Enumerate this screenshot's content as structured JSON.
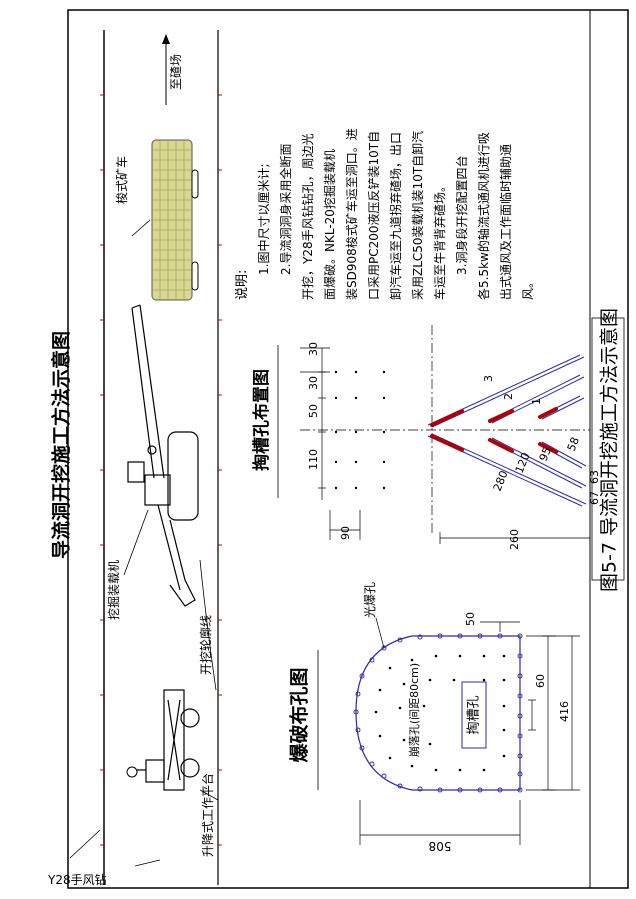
{
  "sheet_title": "导流洞开挖施工方法示意图",
  "figure_label": "图5-7  导流洞开挖施工方法示意图",
  "notes": {
    "heading": "说明:",
    "lines": [
      "1.图中尺寸以厘米计;",
      "2.导流洞洞身采用全断面",
      "开挖，Y28手风钻钻孔，周边光",
      "面爆破。NKL-20挖掘装载机",
      "装SD908梭式矿车运至洞口。进",
      "口采用PC200液压反铲装10T自",
      "卸汽车运至九道拐弃碴场，出口",
      "采用ZLC50装载机装10T自卸汽",
      "车运至牛背背弃碴场。",
      "3.洞身段开挖配置四台",
      "各5.5kw的轴流式通风机进行吸",
      "出式通风及工作面临时辅助通",
      "风。"
    ]
  },
  "tunnel_view": {
    "to_dump_label": "至碴场",
    "shuttle_car_label": "梭式矿车",
    "excavator_label": "挖掘装载机",
    "profile_line_label": "开挖轮廓线",
    "platform_label": "升降式工作平台",
    "drill_label": "Y28手风钻"
  },
  "slot_layout": {
    "title": "掏槽孔布置图",
    "dims": [
      "30",
      "30",
      "50",
      "110",
      "90",
      "260",
      "280",
      "120",
      "95",
      "58",
      "67",
      "63"
    ],
    "hole_numbers": [
      "1",
      "2",
      "3"
    ]
  },
  "blast_layout": {
    "title": "爆破布孔图",
    "smooth_hole_label": "光爆孔",
    "breaking_hole_label": "崩落孔(间距80cm)",
    "slot_box_label": "掏槽孔",
    "dims": [
      "50",
      "60",
      "416",
      "508"
    ]
  }
}
